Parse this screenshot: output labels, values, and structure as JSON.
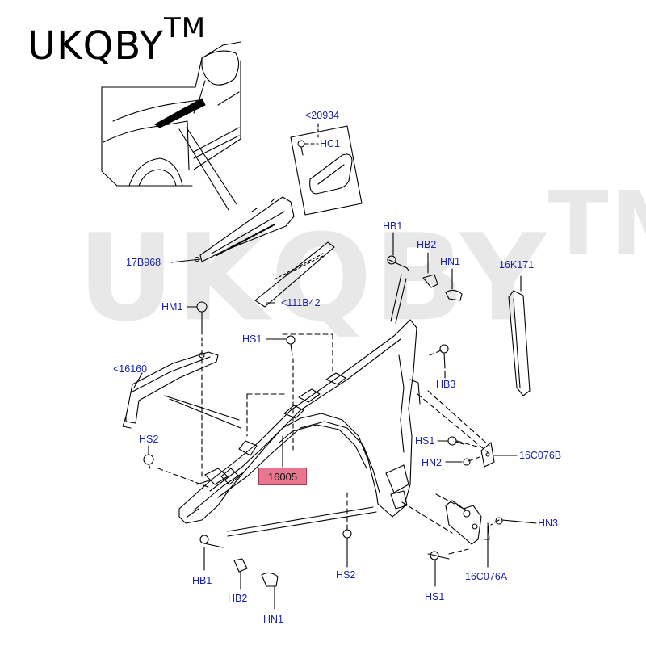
{
  "brand": {
    "name": "UKQBY",
    "mark": "TM"
  },
  "watermark": {
    "name": "UKQBY",
    "mark": "TM"
  },
  "colors": {
    "label_text": "#1a23a8",
    "highlight_fill": "#e8768e",
    "line": "#000000"
  },
  "labels": {
    "ref_20934": "<20934",
    "hc1": "HC1",
    "l_17b968": "17B968",
    "l_111b42": "<111B42",
    "hb1_top": "HB1",
    "hb2_top": "HB2",
    "hn1_top": "HN1",
    "l_16k171": "16K171",
    "hm1": "HM1",
    "hs1_top": "HS1",
    "hb3": "HB3",
    "l_16160": "<16160",
    "hs2_left": "HS2",
    "hs1_mid": "HS1",
    "hn2_mid": "HN2",
    "l_16c076b": "16C076B",
    "part_16005": "16005",
    "hn3": "HN3",
    "hs2_bottom": "HS2",
    "l_16c076a": "16C076A",
    "hb1_bottom": "HB1",
    "hb2_bottom": "HB2",
    "hn1_bottom": "HN1",
    "hs1_bottom": "HS1"
  }
}
